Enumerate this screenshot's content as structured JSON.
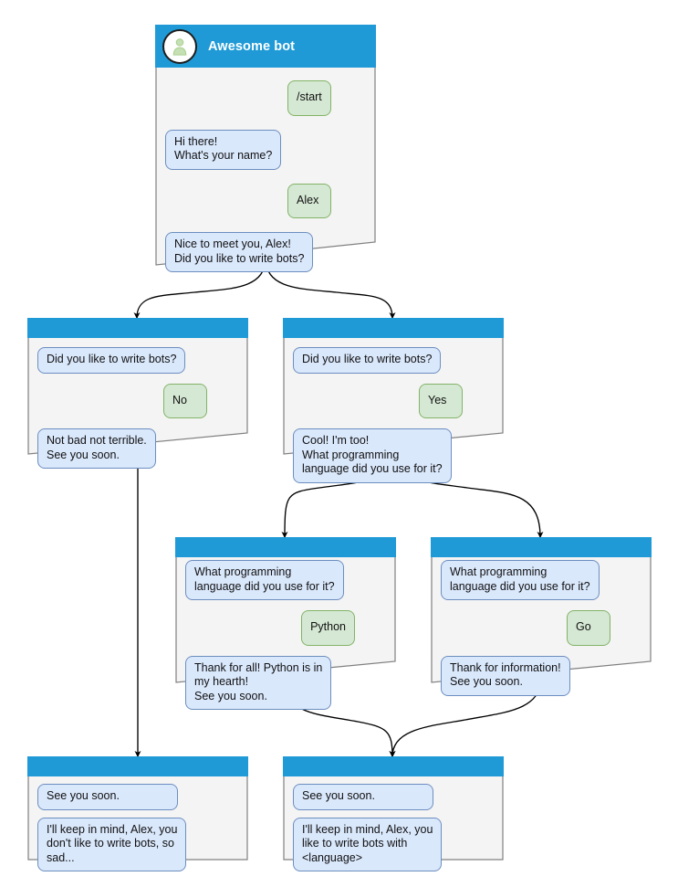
{
  "page": {
    "title": "Awesome bot conversation flow",
    "background": "#ffffff"
  },
  "colors": {
    "header_blue": "#1f9ad6",
    "node_fill": "#f4f4f4",
    "node_border": "#808080",
    "bot_bubble_fill": "#dae8fc",
    "bot_bubble_border": "#6c8ebf",
    "user_bubble_fill": "#d5e8d4",
    "user_bubble_border": "#82b366",
    "avatar_person": "#a9d08e",
    "edge_stroke": "#000000",
    "title_text": "#ffffff",
    "bubble_text": "#111111"
  },
  "nodes": {
    "root": {
      "title": "Awesome bot",
      "avatar_icon": "person-avatar-icon",
      "messages": [
        {
          "side": "user",
          "text": "/start"
        },
        {
          "side": "bot",
          "text": "Hi there!\nWhat's your name?"
        },
        {
          "side": "user",
          "text": "Alex"
        },
        {
          "side": "bot",
          "text": "Nice to meet you, Alex!\nDid you like to write bots?"
        }
      ]
    },
    "no_branch": {
      "messages": [
        {
          "side": "bot",
          "text": "Did you like to write bots?"
        },
        {
          "side": "user",
          "text": "No"
        },
        {
          "side": "bot",
          "text": "Not bad not terrible.\nSee you soon."
        }
      ]
    },
    "yes_branch": {
      "messages": [
        {
          "side": "bot",
          "text": "Did you like to write bots?"
        },
        {
          "side": "user",
          "text": "Yes"
        },
        {
          "side": "bot",
          "text": "Cool! I'm too!\nWhat programming\nlanguage did you use for it?"
        }
      ]
    },
    "python_branch": {
      "messages": [
        {
          "side": "bot",
          "text": "What programming\nlanguage did you use for it?"
        },
        {
          "side": "user",
          "text": "Python"
        },
        {
          "side": "bot",
          "text": "Thank for all! Python is in\nmy hearth!\nSee you soon."
        }
      ]
    },
    "go_branch": {
      "messages": [
        {
          "side": "bot",
          "text": "What programming\nlanguage did you use for it?"
        },
        {
          "side": "user",
          "text": "Go"
        },
        {
          "side": "bot",
          "text": "Thank for information!\nSee you soon."
        }
      ]
    },
    "end_sad": {
      "messages": [
        {
          "side": "bot",
          "text": "See you soon."
        },
        {
          "side": "bot",
          "text": "I'll keep in mind, Alex, you\ndon't like to write bots, so\nsad..."
        }
      ]
    },
    "end_happy": {
      "messages": [
        {
          "side": "bot",
          "text": "See you soon."
        },
        {
          "side": "bot",
          "text": "I'll keep in mind, Alex, you\nlike to write bots with\n<language>"
        }
      ]
    }
  },
  "edges": [
    {
      "from": "root",
      "to": "no_branch",
      "style": "curved-arrow"
    },
    {
      "from": "root",
      "to": "yes_branch",
      "style": "curved-arrow"
    },
    {
      "from": "no_branch",
      "to": "end_sad",
      "style": "straight-arrow"
    },
    {
      "from": "yes_branch",
      "to": "python_branch",
      "style": "curved-arrow"
    },
    {
      "from": "yes_branch",
      "to": "go_branch",
      "style": "curved-arrow"
    },
    {
      "from": "python_branch",
      "to": "end_happy",
      "style": "curved-arrow"
    },
    {
      "from": "go_branch",
      "to": "end_happy",
      "style": "curved-arrow"
    }
  ]
}
